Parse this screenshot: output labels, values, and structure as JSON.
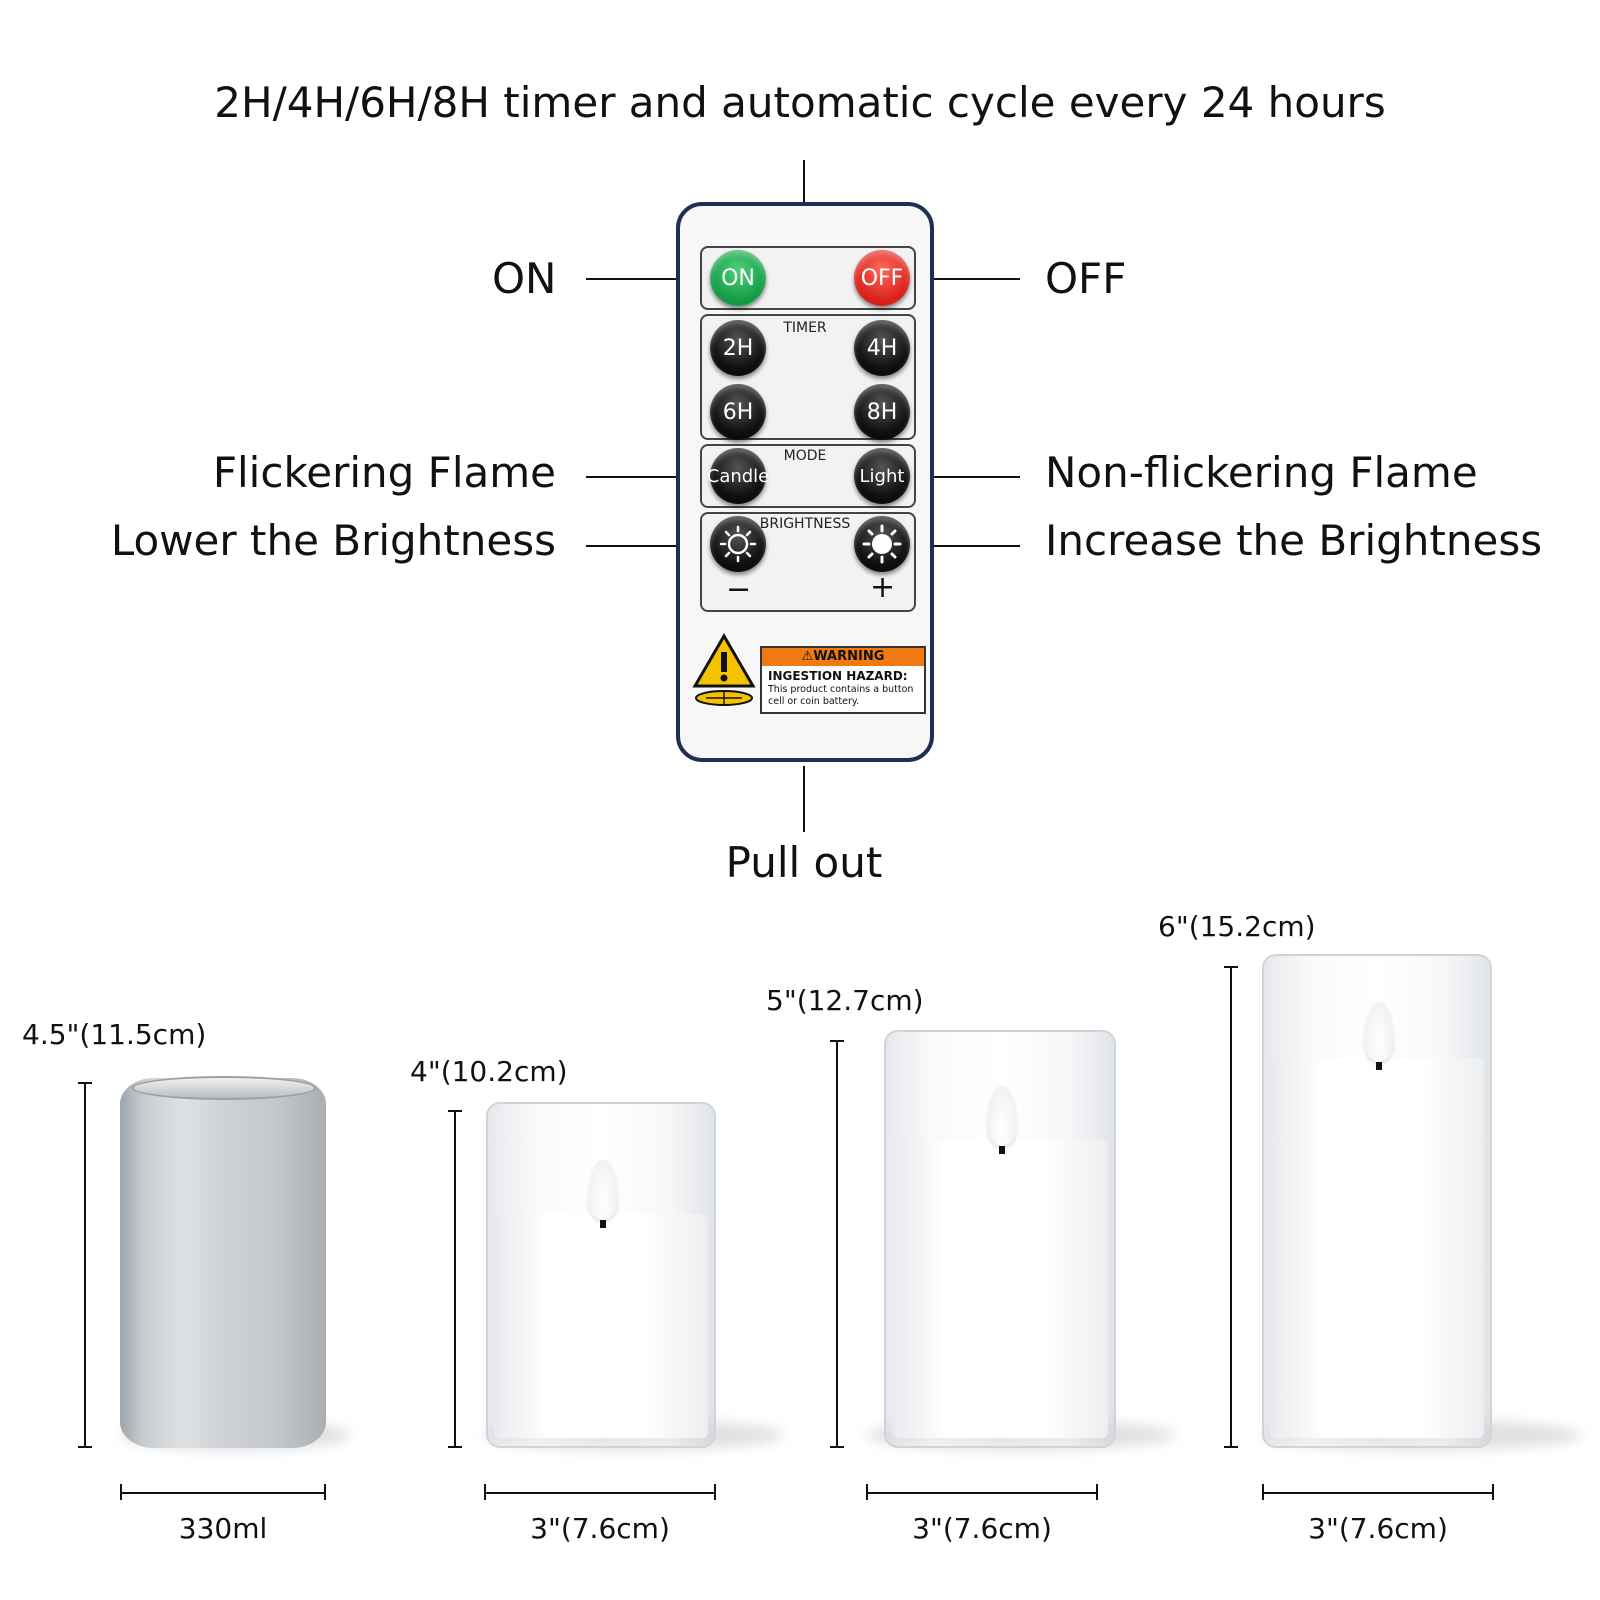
{
  "headline": "2H/4H/6H/8H timer and automatic cycle every 24 hours",
  "callouts": {
    "on": "ON",
    "off": "OFF",
    "flickering": "Flickering Flame",
    "non_flickering": "Non-flickering Flame",
    "lower": "Lower the Brightness",
    "increase": "Increase the Brightness",
    "pull_out": "Pull out"
  },
  "remote": {
    "on": "ON",
    "off": "OFF",
    "timer_label": "TIMER",
    "timer_buttons": [
      "2H",
      "4H",
      "6H",
      "8H"
    ],
    "mode_label": "MODE",
    "candle": "Candle",
    "light": "Light",
    "brightness_label": "BRIGHTNESS",
    "minus": "−",
    "plus": "+",
    "warning_title": "WARNING",
    "hazard": "INGESTION HAZARD:",
    "hazard_text": "This product contains a button cell or coin battery."
  },
  "sizes": {
    "can_height": "4.5\"(11.5cm)",
    "can_volume": "330ml",
    "small_height": "4\"(10.2cm)",
    "small_width": "3\"(7.6cm)",
    "medium_height": "5\"(12.7cm)",
    "medium_width": "3\"(7.6cm)",
    "large_height": "6\"(15.2cm)",
    "large_width": "3\"(7.6cm)"
  },
  "colors": {
    "remote_border": "#1f2f52",
    "on": "#149a44",
    "off": "#d81f1a",
    "warning": "#f07a12"
  }
}
